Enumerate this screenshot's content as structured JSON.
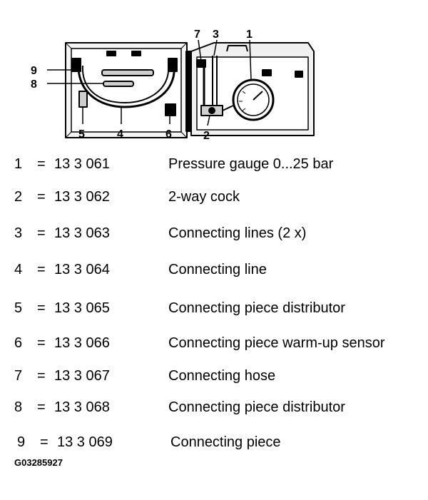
{
  "figure": {
    "callouts": [
      "7",
      "3",
      "1",
      "9",
      "8",
      "5",
      "4",
      "6",
      "2"
    ]
  },
  "parts": [
    {
      "num": "1",
      "eq": "=",
      "part": "13 3 061",
      "desc": "Pressure gauge 0...25 bar"
    },
    {
      "num": "2",
      "eq": "=",
      "part": "13 3 062",
      "desc": "2-way cock"
    },
    {
      "num": "3",
      "eq": "=",
      "part": "13 3 063",
      "desc": "Connecting lines (2 x)"
    },
    {
      "num": "4",
      "eq": "=",
      "part": "13 3 064",
      "desc": "Connecting line"
    },
    {
      "num": "5",
      "eq": "=",
      "part": "13 3 065",
      "desc": "Connecting piece distributor"
    },
    {
      "num": "6",
      "eq": "=",
      "part": "13 3 066",
      "desc": "Connecting piece warm-up sensor"
    },
    {
      "num": "7",
      "eq": "=",
      "part": "13 3 067",
      "desc": "Connecting hose"
    },
    {
      "num": "8",
      "eq": "=",
      "part": "13 3 068",
      "desc": "Connecting piece distributor"
    },
    {
      "num": "9",
      "eq": "=",
      "part": "13 3 069",
      "desc": "Connecting piece"
    }
  ],
  "figure_code": "G03285927"
}
